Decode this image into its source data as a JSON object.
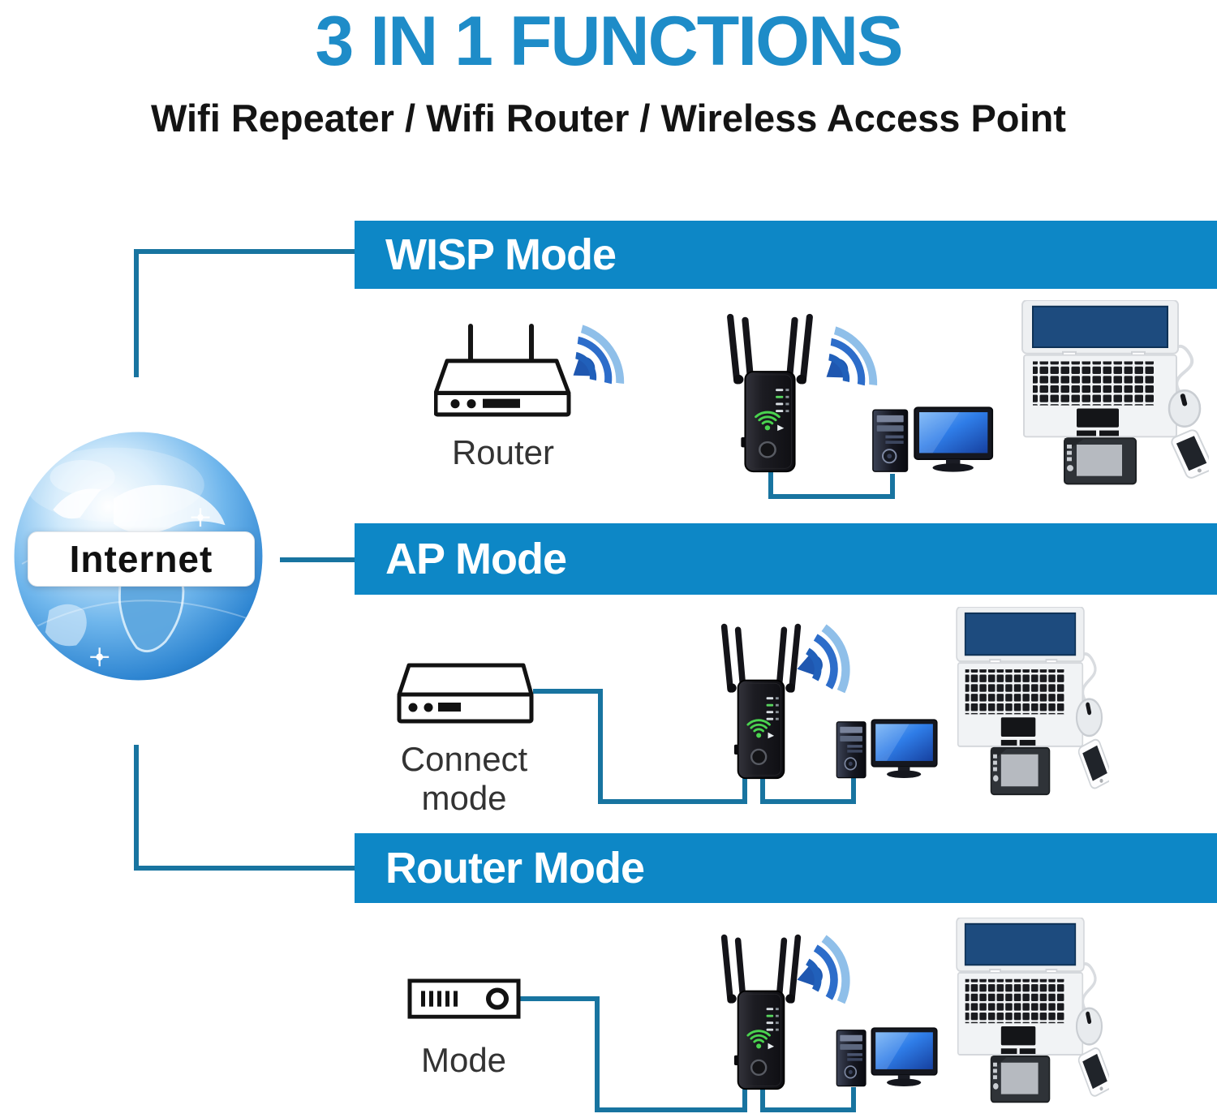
{
  "header": {
    "title": "3 IN 1 FUNCTIONS",
    "subtitle": "Wifi Repeater / Wifi Router / Wireless Access Point"
  },
  "internet": {
    "label": "Internet"
  },
  "modes": [
    {
      "name": "WISP Mode",
      "source_label": "Router",
      "source_icon": "wireless-router-icon"
    },
    {
      "name": "AP Mode",
      "source_label": "Connect mode",
      "source_icon": "network-box-icon"
    },
    {
      "name": "Router Mode",
      "source_label": "Mode",
      "source_icon": "modem-icon"
    }
  ],
  "icons": {
    "globe": "internet-globe-icon",
    "wifi_waves": "wifi-signal-icon",
    "repeater": "wifi-repeater-icon",
    "desktop": "desktop-pc-icon",
    "workstation": "laptop-workstation-icon"
  },
  "colors": {
    "title_blue": "#1e8cc8",
    "banner_blue": "#0d87c6",
    "connector_teal": "#1874a0",
    "wifi_dark_blue": "#2160ba",
    "wifi_mid_blue": "#2d6dca",
    "wifi_light_blue": "#8fbfe9",
    "screen_blue": "#2f7de8",
    "repeater_green": "#4ad34f"
  }
}
